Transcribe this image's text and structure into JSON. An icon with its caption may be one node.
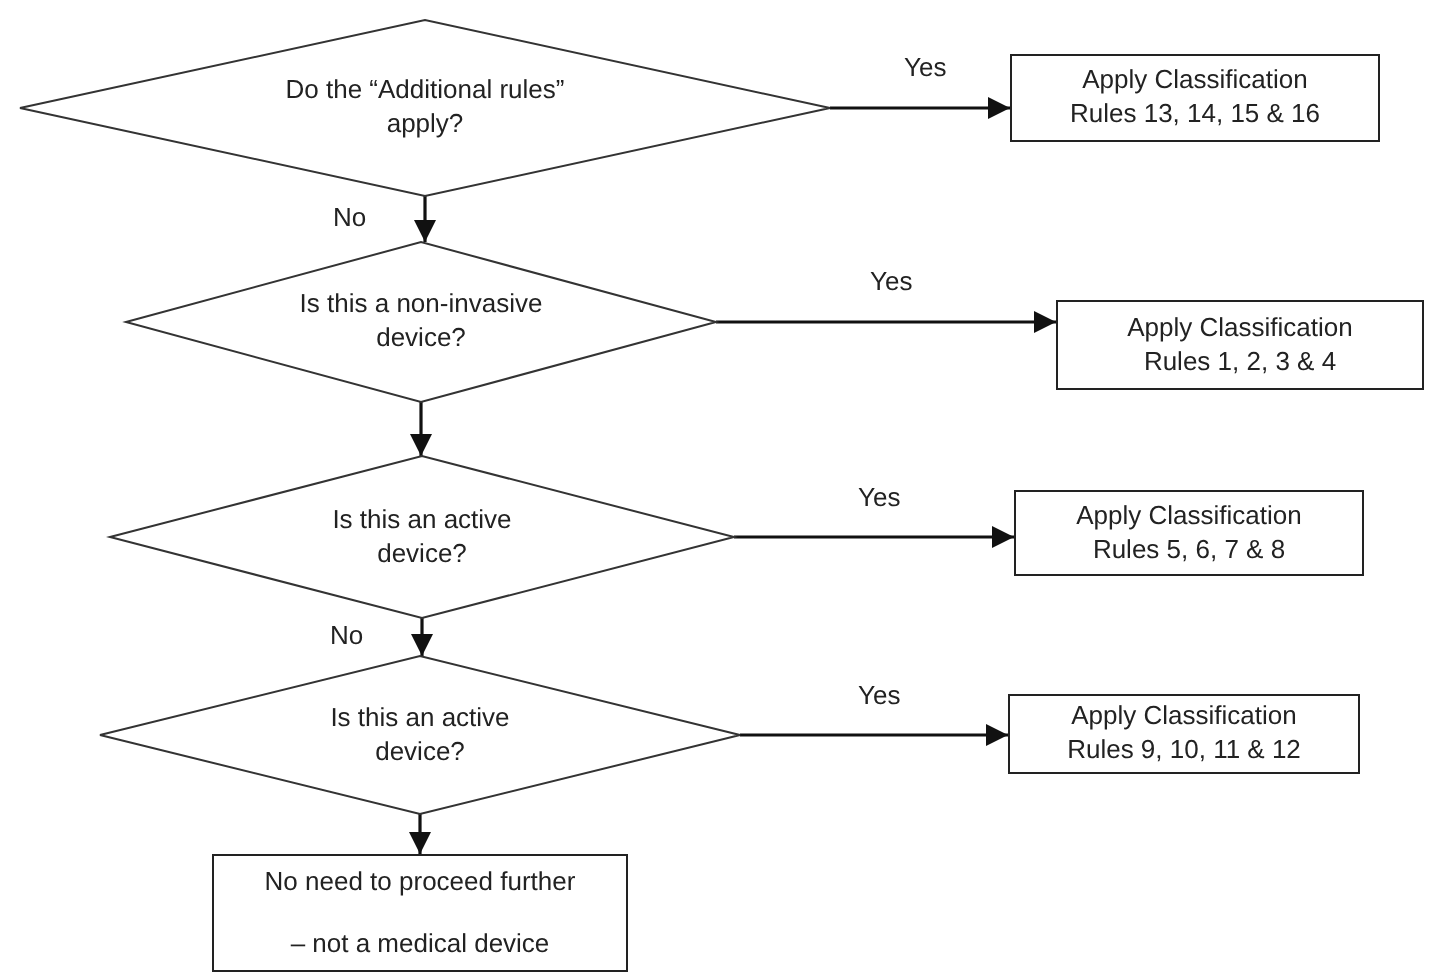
{
  "diagram": {
    "nodes": [
      {
        "text": [
          "Do the “Additional rules” apply?"
        ]
      },
      {
        "text": [
          "Apply Classification",
          "Rules 13, 14, 15 & 16"
        ]
      },
      {
        "text": [
          "Is this a non-invasive device?"
        ]
      },
      {
        "text": [
          "Apply Classification",
          "Rules 1, 2, 3 & 4"
        ]
      },
      {
        "text": [
          "Is this an active device?"
        ]
      },
      {
        "text": [
          "Apply Classification",
          "Rules 5, 6, 7 & 8"
        ]
      },
      {
        "text": [
          "Is this an active device?"
        ]
      },
      {
        "text": [
          "Apply Classification",
          "Rules 9, 10, 11 & 12"
        ]
      },
      {
        "text": [
          "No need to proceed further",
          "– not a medical device"
        ]
      }
    ],
    "edges": [
      {
        "from": 0,
        "to": 1,
        "arrow": "to",
        "label": "Yes"
      },
      {
        "from": 0,
        "to": 2,
        "arrow": "to",
        "label": "No"
      },
      {
        "from": 2,
        "to": 3,
        "arrow": "to",
        "label": "Yes"
      },
      {
        "from": 2,
        "to": 4,
        "arrow": "to"
      },
      {
        "from": 4,
        "to": 5,
        "arrow": "to",
        "label": "Yes"
      },
      {
        "from": 4,
        "to": 6,
        "arrow": "to",
        "label": "No"
      },
      {
        "from": 6,
        "to": 7,
        "arrow": "to",
        "label": "Yes"
      },
      {
        "from": 6,
        "to": 8,
        "arrow": "to"
      }
    ]
  }
}
